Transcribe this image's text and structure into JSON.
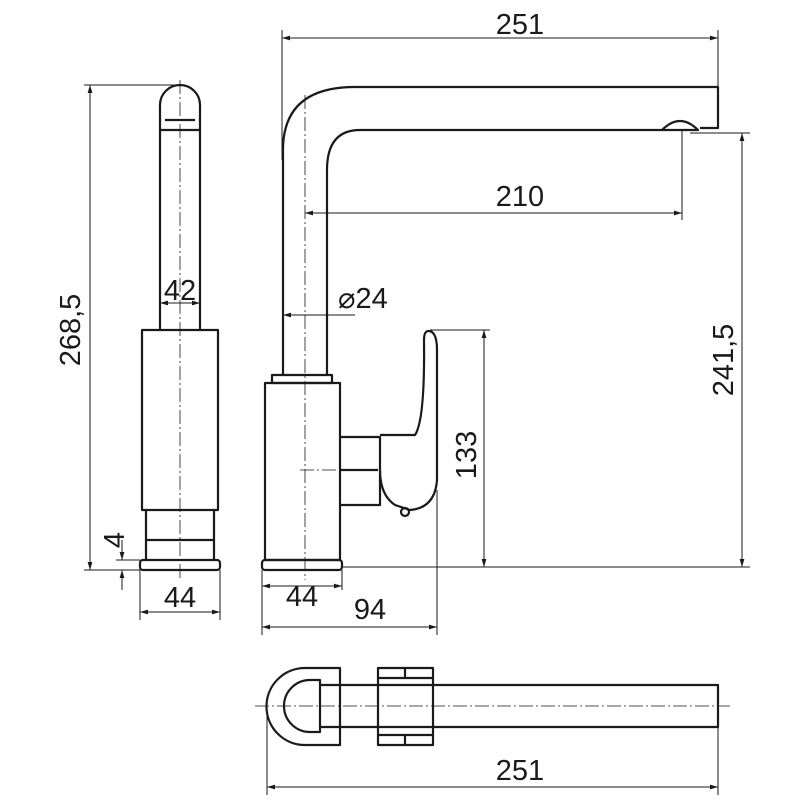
{
  "title": "Kitchen faucet technical drawing",
  "dimensions": {
    "top_spout_length": "251",
    "spout_reach": "210",
    "tube_width": "42",
    "tube_diameter": "⌀24",
    "total_height": "268,5",
    "spout_height": "241,5",
    "handle_height": "133",
    "base_gap": "4",
    "side_base_width": "44",
    "front_base_width": "44",
    "body_with_handle_width": "94",
    "plan_length": "251"
  }
}
